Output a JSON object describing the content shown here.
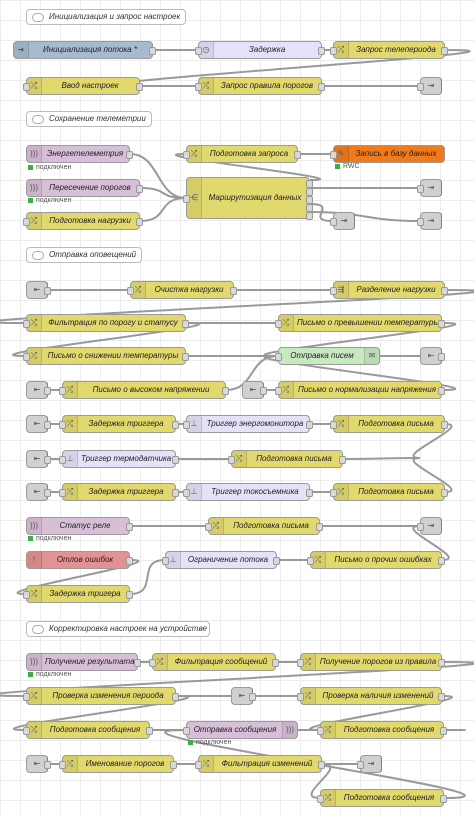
{
  "colors": {
    "change": "#e2d96e",
    "mqtt": "#d8bfd8",
    "inject": "#a6bbcf",
    "delay": "#e6e0f8",
    "link": "#dddddd",
    "catch": "#e49191",
    "email": "#c7e9c0",
    "postgres": "#f07b1d",
    "wire": "#999999"
  },
  "comments": {
    "c1": "Инициализация и запрос настроек",
    "c2": "Сохранение телеметрии",
    "c3": "Отправка оповещений",
    "c4": "Корректировка настроек на устройстве"
  },
  "nodes": {
    "n_init": "Инициализация потока",
    "n_init_mark": "*",
    "n_delay1": "Задержка",
    "n_req_period": "Запрос телепериода",
    "n_input_settings": "Ввод настроек",
    "n_req_rule": "Запрос правила порогов",
    "n_energy": "Энергетелеметрия",
    "n_cross": "Пересечение порогов",
    "n_load_prep": "Подготовка нагрузки",
    "n_req_prep": "Подготовка запроса",
    "n_db_write": "Запись в базу данных",
    "n_routing": "Маршрутизация данных",
    "n_clean": "Очистка нагрузки",
    "n_split": "Разделение нагрузки",
    "n_filter": "Фильтрация по порогу и статусу",
    "n_mail_high_temp": "Письмо о превышении температуры",
    "n_mail_low_temp": "Письмо о снижении температуры",
    "n_send_mail": "Отправка писем",
    "n_mail_high_v": "Письмо о высоком напряжении",
    "n_mail_norm_v": "Письмо о нормализации напряжения",
    "n_trig_delay1": "Задержка триггера",
    "n_trig_energy": "Триггер энергомонитора",
    "n_prep_mail1": "Подготовка письма",
    "n_trig_thermo": "Триггер термодатчика",
    "n_prep_mail2": "Подготовка письма",
    "n_trig_delay2": "Задержка триггера",
    "n_trig_current": "Триггер токосъемника",
    "n_prep_mail3": "Подготовка письма",
    "n_relay": "Статус реле",
    "n_prep_mail4": "Подготовка письма",
    "n_catch": "Отлов ошибок",
    "n_limit": "Ограничение потока",
    "n_mail_other": "Письмо о прочих ошибках",
    "n_trig_delay3": "Задержка тригера",
    "n_get_result": "Получение результата",
    "n_filter_msg": "Фильтрация сообщений",
    "n_get_thresh": "Получение порогов из правила",
    "n_check_period": "Проверка изменения периода",
    "n_check_changes": "Проверка наличия изменений",
    "n_prep_msg1": "Подготовка сообщения",
    "n_send_msg": "Отправка сообщения",
    "n_prep_msg2": "Подготовка сообщения",
    "n_name_thresh": "Именование порогов",
    "n_filter_changes": "Фильтрация изменений",
    "n_prep_msg3": "Подготовка сообщения"
  },
  "status": {
    "connected": "подключен",
    "rwc": "RWC"
  }
}
